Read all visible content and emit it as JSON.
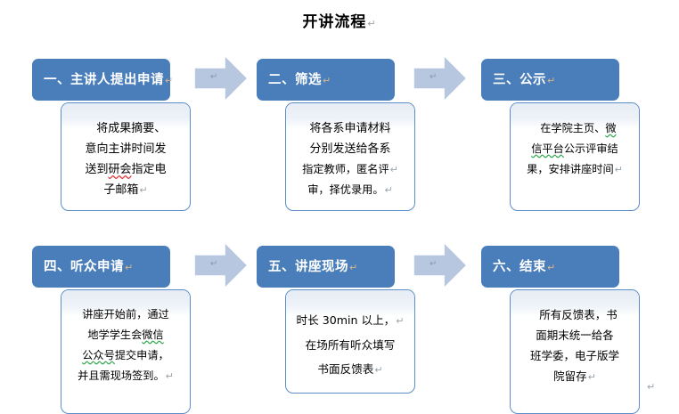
{
  "document": {
    "title": "开讲流程",
    "pilcrow": "↵",
    "background_color": "#ffffff"
  },
  "theme": {
    "header_fill": "#4a7ebb",
    "header_text_color": "#ffffff",
    "body_border": "#5b8dc8",
    "body_gradient_top": "#e6ecf5",
    "body_fill": "#ffffff",
    "arrow_fill": "#b8c7e0",
    "arrow_stroke": "#ffffff",
    "spell_error_color": "#e03a3a",
    "grammar_error_color": "#2fa84f"
  },
  "flow": {
    "stages": [
      {
        "id": "stage-1",
        "header": "一、主讲人提出申请",
        "header_pilcrow": "↵",
        "body_lines": [
          {
            "text": "将成果摘要、",
            "marks": []
          },
          {
            "text": "意向主讲时间发",
            "marks": []
          },
          {
            "text": "送到研会指定电",
            "marks": [
              {
                "type": "spelling",
                "text": "研会"
              }
            ]
          },
          {
            "text": "子邮箱",
            "marks": [],
            "pilcrow": "↵"
          }
        ],
        "body_text": "将成果摘要、意向主讲时间发送到研会指定电子邮箱"
      },
      {
        "id": "stage-2",
        "header": "二、筛选",
        "header_pilcrow": "↵",
        "body_lines": [
          {
            "text": "将各系申请材料",
            "marks": []
          },
          {
            "text": "分别发送给各系",
            "marks": []
          },
          {
            "text": "指定教师，匿名评",
            "marks": [],
            "pilcrow": "↵"
          },
          {
            "text": "审，择优录用。",
            "marks": [],
            "pilcrow": "↵"
          }
        ],
        "body_text": "将各系申请材料分别发送给各系指定教师，匿名评审，择优录用。"
      },
      {
        "id": "stage-3",
        "header": "三、公示",
        "header_pilcrow": "↵",
        "body_lines": [
          {
            "text": "在学院主页、微",
            "marks": [
              {
                "type": "grammar",
                "text": "微"
              }
            ]
          },
          {
            "text": "信平台公示评审结",
            "marks": [
              {
                "type": "grammar",
                "text": "信平台"
              }
            ]
          },
          {
            "text": "果，安排讲座时间",
            "marks": [],
            "pilcrow": "↵"
          }
        ],
        "body_text": "在学院主页、微信平台公示评审结果，安排讲座时间"
      },
      {
        "id": "stage-4",
        "header": "四、听众申请",
        "header_pilcrow": "↵",
        "body_lines": [
          {
            "text": "讲座开始前，通过",
            "marks": []
          },
          {
            "text": "地学学生会微信",
            "marks": [
              {
                "type": "grammar",
                "text": "微信"
              }
            ]
          },
          {
            "text": "公众号提交申请，",
            "marks": [
              {
                "type": "grammar",
                "text": "公众号"
              }
            ]
          },
          {
            "text": "并且需现场签到。",
            "marks": [],
            "pilcrow": "↵"
          }
        ],
        "body_text": "讲座开始前，通过地学学生会微信公众号提交申请，并且需现场签到。"
      },
      {
        "id": "stage-5",
        "header": "五、讲座现场",
        "header_pilcrow": "↵",
        "body_lines": [
          {
            "text": "时长 30min 以上，",
            "marks": [],
            "pilcrow": "↵"
          },
          {
            "text": "在场所有听众填写",
            "marks": []
          },
          {
            "text": "书面反馈表",
            "marks": [],
            "pilcrow": "↵"
          }
        ],
        "body_text": "时长 30min 以上，在场所有听众填写书面反馈表"
      },
      {
        "id": "stage-6",
        "header": "六、结束",
        "header_pilcrow": "↵",
        "body_lines": [
          {
            "text": "所有反馈表，书",
            "marks": []
          },
          {
            "text": "面期末统一给各",
            "marks": []
          },
          {
            "text": "班学委，电子版学",
            "marks": []
          },
          {
            "text": "院留存",
            "marks": [],
            "pilcrow": "↵"
          }
        ],
        "body_text": "所有反馈表，书面期末统一给各班学委，电子版学院留存"
      }
    ],
    "arrows": [
      {
        "id": "arrow-1-2",
        "from": "stage-1",
        "to": "stage-2",
        "direction": "right",
        "mark": "↵"
      },
      {
        "id": "arrow-2-3",
        "from": "stage-2",
        "to": "stage-3",
        "direction": "right",
        "mark": "↵"
      },
      {
        "id": "arrow-4-5",
        "from": "stage-4",
        "to": "stage-5",
        "direction": "right",
        "mark": "↵"
      },
      {
        "id": "arrow-5-6",
        "from": "stage-5",
        "to": "stage-6",
        "direction": "right",
        "mark": "↵"
      }
    ]
  },
  "stray_marks": [
    {
      "id": "stray-bottom-right",
      "text": "↵"
    }
  ]
}
